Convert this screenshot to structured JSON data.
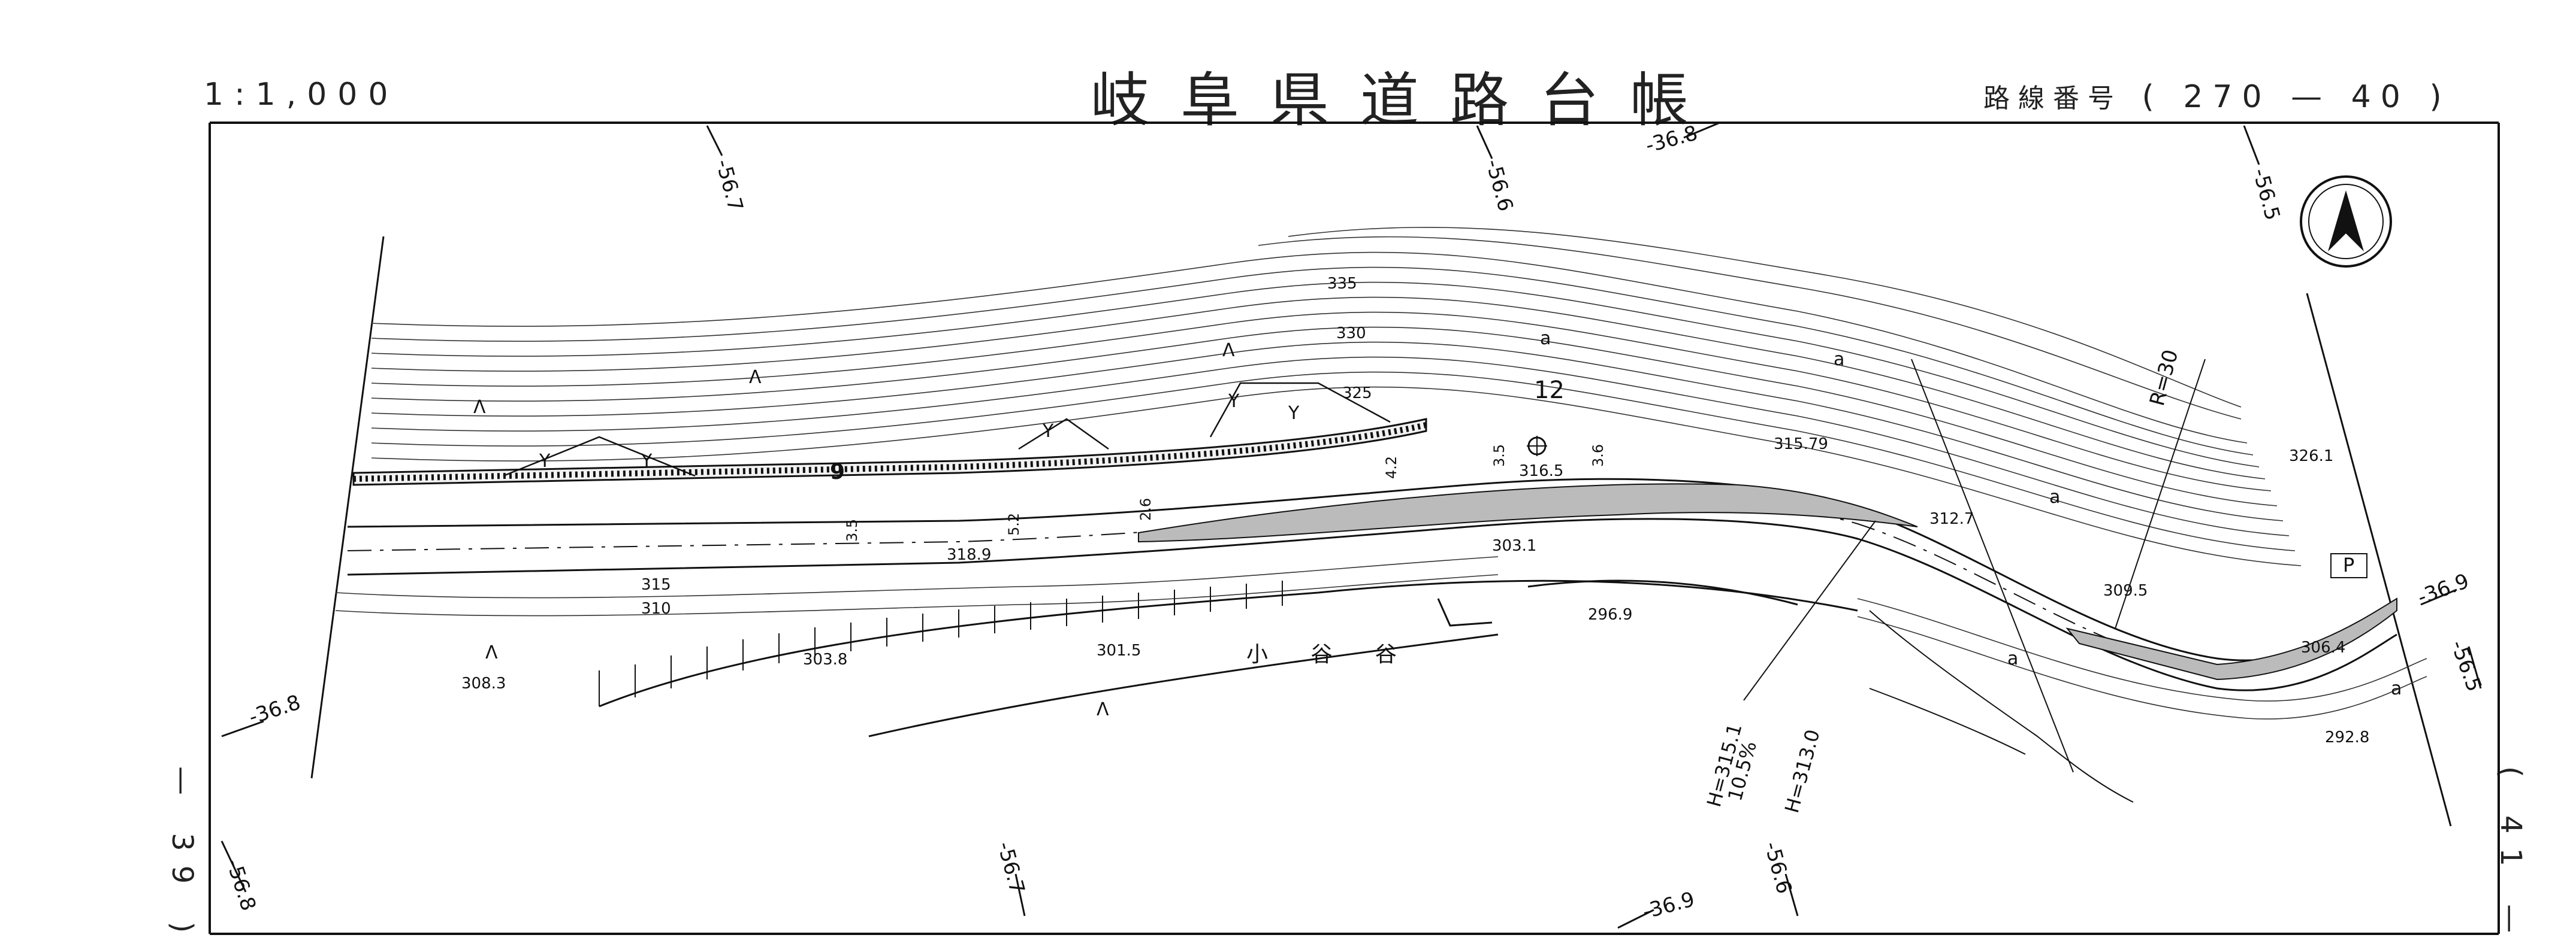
{
  "header": {
    "scale": "1:1,000",
    "title": "岐阜県道路台帳",
    "route_label": "路線番号",
    "route_number": "( 270 — 40 )"
  },
  "side_labels": {
    "left": "— 39 )",
    "right": "( 41 —"
  },
  "grid_labels": {
    "top": [
      "-56.7",
      "-56.6",
      "-36.8",
      "-56.5"
    ],
    "bottom": [
      "-56.8",
      "-56.7",
      "-36.9",
      "-56.6"
    ],
    "left": "-36.8",
    "right": [
      "-36.9",
      "-56.5"
    ]
  },
  "elevations": [
    "335",
    "330",
    "325",
    "315",
    "310",
    "316.5",
    "315.79",
    "318.9",
    "303.1",
    "296.9",
    "301.5",
    "303.8",
    "308.3",
    "312.7",
    "309.5",
    "326.1",
    "306.4",
    "292.8"
  ],
  "annotations": {
    "station_12": "12",
    "station_9": "9",
    "curve_radius": "R=30",
    "h1": "H=315.1",
    "grade": "10.5%",
    "h2": "H=313.0",
    "river": "小 谷 谷",
    "parking": "P"
  },
  "road_widths": [
    "3.5",
    "5.2",
    "2.6",
    "4.2",
    "3.5",
    "3.6"
  ],
  "symbols": {
    "north_arrow": "north-arrow-icon",
    "forest_mark": "Λ",
    "orchard_mark": "Y",
    "landmark": "a"
  }
}
